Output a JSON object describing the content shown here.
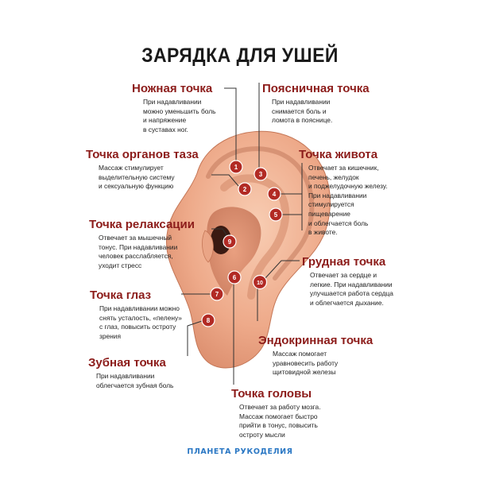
{
  "title": "ЗАРЯДКА ДЛЯ УШЕЙ",
  "footer": "ПЛАНЕТА РУКОДЕЛИЯ",
  "colors": {
    "heading": "#8c1c1a",
    "point_fill": "#b22a24",
    "footer": "#2b78c4",
    "skin": "#f0b497"
  },
  "points": [
    {
      "number": "1"
    },
    {
      "number": "2"
    },
    {
      "number": "3"
    },
    {
      "number": "4"
    },
    {
      "number": "5"
    },
    {
      "number": "6"
    },
    {
      "number": "7"
    },
    {
      "number": "8"
    },
    {
      "number": "9"
    },
    {
      "number": "10"
    }
  ],
  "labels": {
    "foot": {
      "heading": "Ножная точка",
      "lines": [
        "При надавливании",
        "можно уменьшить боль",
        "и напряжение",
        "в суставах ног."
      ]
    },
    "lumbar": {
      "heading": "Поясничная точка",
      "lines": [
        "При надавливании",
        "снимается боль и",
        "ломота в пояснице."
      ]
    },
    "pelvic": {
      "heading": "Точка органов таза",
      "lines": [
        "Массаж стимулирует",
        "выделительную систему",
        "и сексуальную функцию"
      ]
    },
    "abdomen": {
      "heading": "Точка живота",
      "lines": [
        "Отвечает за кишечник,",
        "печень, желудок",
        "и поджелудочную железу.",
        "При надавливании",
        "стимулируется",
        "пищеварение",
        "и облегчается боль",
        "в животе."
      ]
    },
    "relax": {
      "heading": "Точка релаксации",
      "lines": [
        "Отвечает за мышечный",
        "тонус. При надавливании",
        "человек расслабляется,",
        "уходит стресс"
      ]
    },
    "chest": {
      "heading": "Грудная точка",
      "lines": [
        "Отвечает за сердце и",
        "легкие. При надавливании",
        "улучшается работа сердца",
        "и облегчается дыхание."
      ]
    },
    "eyes": {
      "heading": "Точка глаз",
      "lines": [
        "При надавливании можно",
        "снять усталость, «пелену»",
        "с глаз, повысить остроту",
        "зрения"
      ]
    },
    "endocrine": {
      "heading": "Эндокринная точка",
      "lines": [
        "Массаж помогает",
        "уравновесить работу",
        "щитовидной железы"
      ]
    },
    "dental": {
      "heading": "Зубная точка",
      "lines": [
        "При надавливании",
        "облегчается зубная боль"
      ]
    },
    "head": {
      "heading": "Точка головы",
      "lines": [
        "Отвечает за работу мозга.",
        "Массаж помогает быстро",
        "прийти в тонус, повысить",
        "остроту мысли"
      ]
    }
  }
}
